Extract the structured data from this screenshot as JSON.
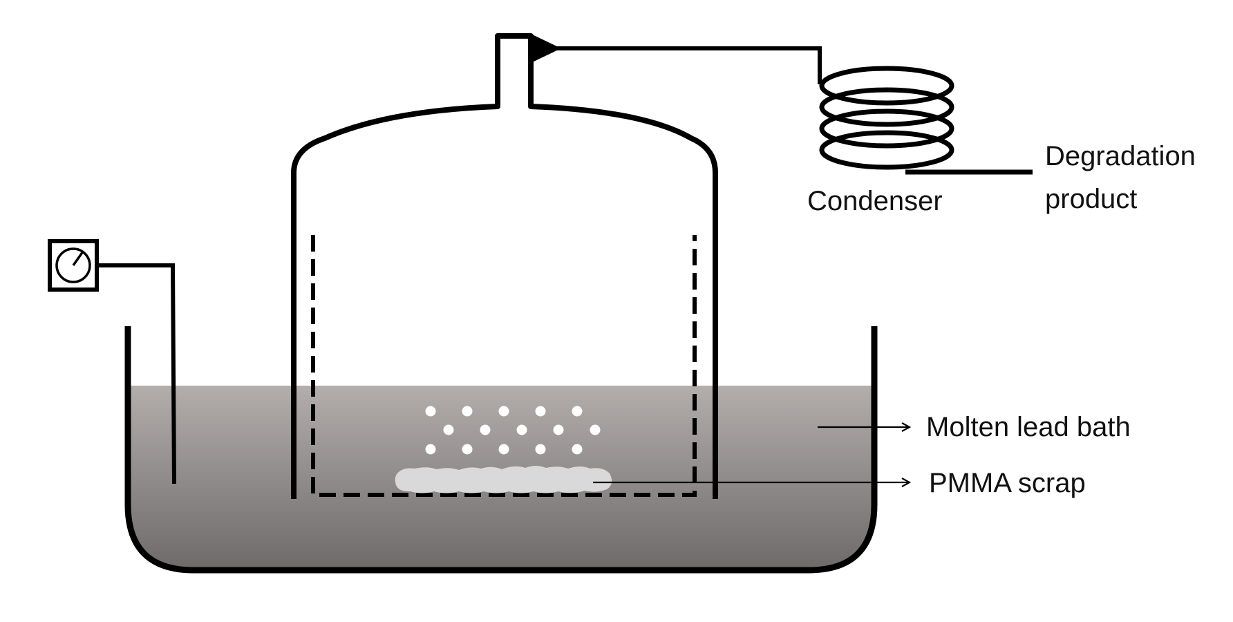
{
  "labels": {
    "degradation_line1": "Degradation",
    "degradation_line2": "product",
    "condenser": "Condenser",
    "molten_lead_bath": "Molten lead bath",
    "pmma_scrap": "PMMA scrap"
  },
  "colors": {
    "stroke": "#000000",
    "bath_top": "#b3aeac",
    "bath_bottom": "#6e6a69",
    "scrap": "#d9d9d9",
    "bubble": "#ffffff",
    "background": "#ffffff"
  },
  "icons": {
    "gauge": "pressure-gauge-icon"
  }
}
